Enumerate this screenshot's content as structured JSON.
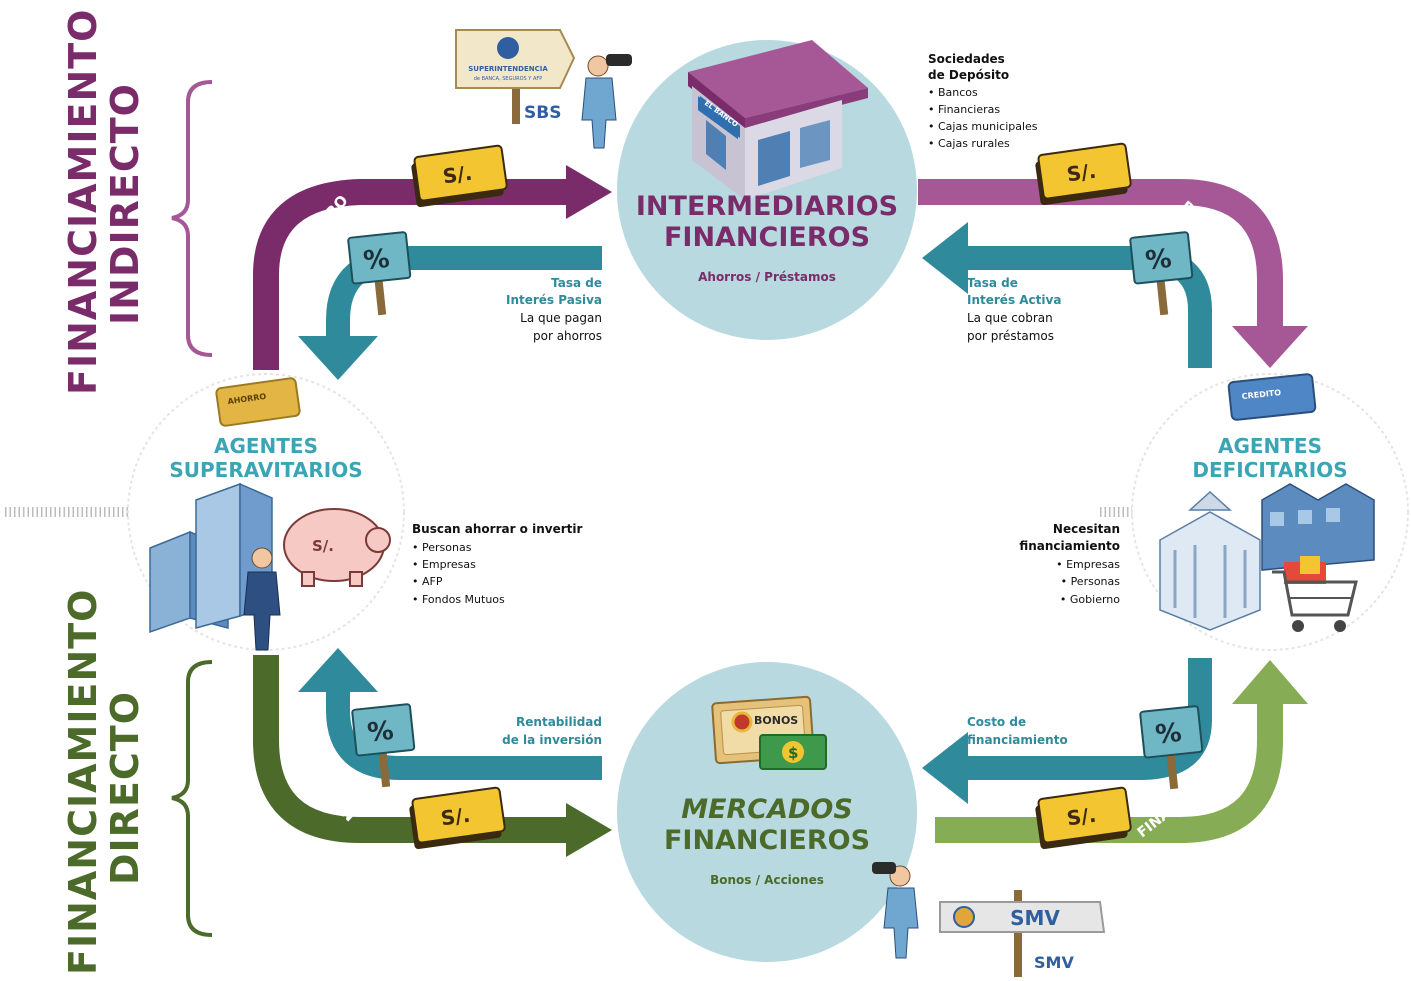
{
  "side_labels": {
    "indirect": [
      "FINANCIAMIENTO",
      "INDIRECTO"
    ],
    "direct": [
      "FINANCIAMIENTO",
      "DIRECTO"
    ]
  },
  "intermediaries": {
    "title": [
      "INTERMEDIARIOS",
      "FINANCIEROS"
    ],
    "subtitle": "Ahorros / Préstamos",
    "bank_sign": "EL BANCO",
    "regulator_sign": "SUPERINTENDENCIA",
    "regulator_sign_sub": "de BANCA, SEGUROS Y AFP",
    "regulator": "SBS",
    "list_title": [
      "Sociedades",
      "de Depósito"
    ],
    "list_items": [
      "• Bancos",
      "• Financieras",
      "• Cajas municipales",
      "• Cajas rurales"
    ]
  },
  "markets": {
    "title": [
      "MERCADOS",
      "FINANCIEROS"
    ],
    "subtitle": "Bonos / Acciones",
    "bonds_sign": "BONOS",
    "regulator_sign": "SMV",
    "regulator": "SMV"
  },
  "surplus": {
    "title": [
      "AGENTES",
      "SUPERAVITARIOS"
    ],
    "card": "AHORRO",
    "list_title": "Buscan ahorrar o invertir",
    "list_items": [
      "• Personas",
      "• Empresas",
      "• AFP",
      "• Fondos Mutuos"
    ]
  },
  "deficit": {
    "title": [
      "AGENTES",
      "DEFICITARIOS"
    ],
    "card": "CREDITO",
    "list_title": [
      "Necesitan",
      "financiamiento"
    ],
    "list_items": [
      "• Empresas",
      "• Personas",
      "• Gobierno"
    ]
  },
  "flows": {
    "ahorro": "AHORRO",
    "prestamo": "PRÉSTAMO",
    "inversion": "INVERSIÓN",
    "financiamiento": "FINANCIAMIENTO",
    "currency": "S/.",
    "percent": "%"
  },
  "rates": {
    "passive": [
      "Tasa de",
      "Interés Pasiva"
    ],
    "passive_desc": [
      "La que pagan",
      "por ahorros"
    ],
    "active": [
      "Tasa de",
      "Interés Activa"
    ],
    "active_desc": [
      "La que cobran",
      "por préstamos"
    ],
    "return": [
      "Rentabilidad",
      "de la inversión"
    ],
    "cost": [
      "Costo de",
      "financiamiento"
    ]
  },
  "colors": {
    "indirect": "#7a2c6a",
    "indirect_light": "#a55796",
    "direct": "#4c6a2a",
    "direct_light": "#86ad55",
    "teal": "#2f8a9c",
    "teal_light": "#3ca5b5",
    "circle": "#b7d9df",
    "money": "#f2c531"
  }
}
